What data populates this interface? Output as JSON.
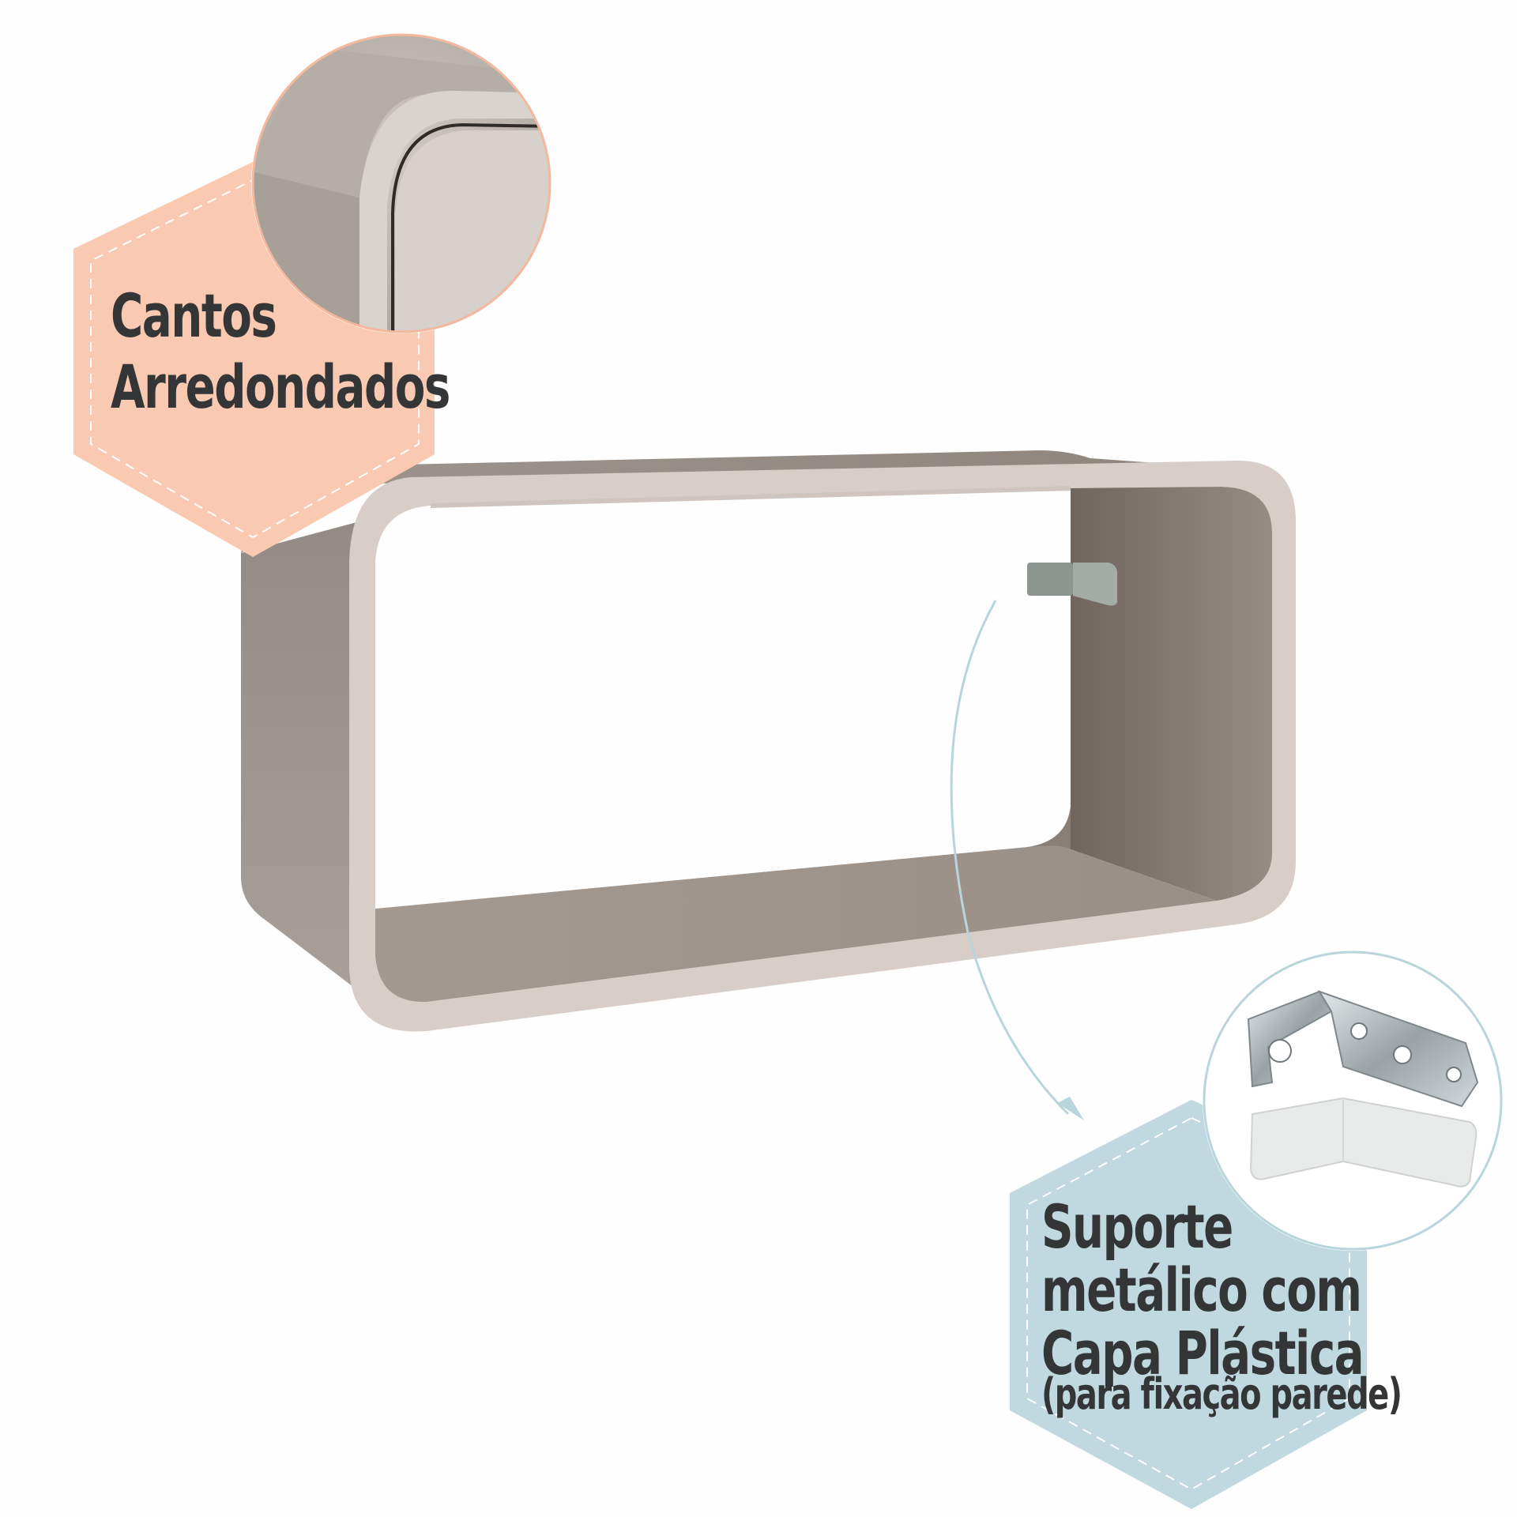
{
  "callouts": {
    "corners": {
      "line1": "Cantos",
      "line2": "Arredondados",
      "badge_color": "#f9c9b1",
      "ring_color": "#f3b89d"
    },
    "bracket": {
      "line1": "Suporte",
      "line2": "metálico com",
      "line3": "Capa Plástica",
      "line4": "(para fixação parede)",
      "badge_color": "#c0d8df",
      "ring_color": "#b9d5dc"
    }
  },
  "product": {
    "finish_color": "#d8cec7",
    "inner_color": "#958b83",
    "bracket_color": "#8d9590"
  },
  "icons": [
    "zoom-corner-detail",
    "zoom-bracket-detail",
    "pointer-arrow"
  ]
}
